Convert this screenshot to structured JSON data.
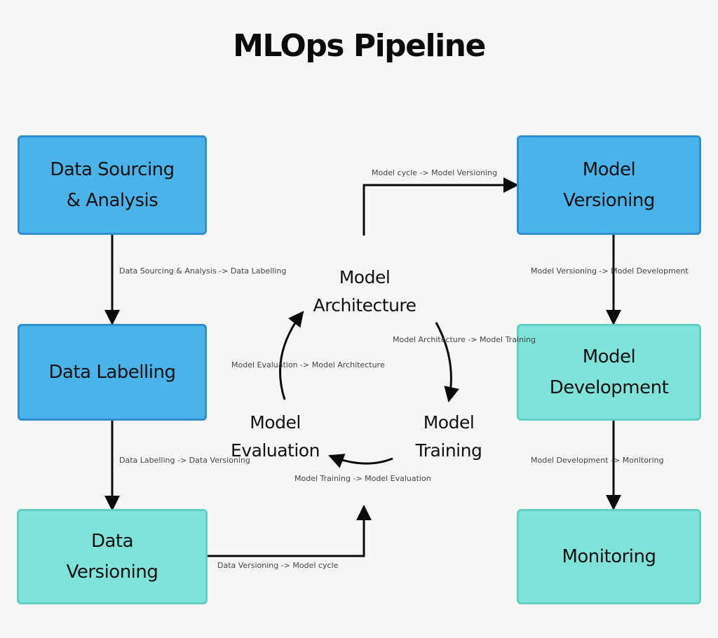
{
  "title": "MLOps Pipeline",
  "colors": {
    "primary_stage": "#4ab3ea",
    "secondary_stage": "#7fe3da",
    "arrow": "#0a0a0a",
    "background": "#f6f6f4"
  },
  "left_column": [
    {
      "label": "Data Sourcing\n& Analysis",
      "style": "blue"
    },
    {
      "label": "Data Labelling",
      "style": "blue"
    },
    {
      "label": "Data\nVersioning",
      "style": "teal"
    }
  ],
  "cycle": [
    {
      "label": "Model\nArchitecture"
    },
    {
      "label": "Model\nTraining"
    },
    {
      "label": "Model\nEvaluation"
    }
  ],
  "right_column": [
    {
      "label": "Model\nVersioning",
      "style": "blue"
    },
    {
      "label": "Model\nDevelopment",
      "style": "teal"
    },
    {
      "label": "Monitoring",
      "style": "teal"
    }
  ],
  "flow": [
    "Data Sourcing & Analysis -> Data Labelling",
    "Data Labelling -> Data Versioning",
    "Data Versioning -> Model cycle",
    "Model Architecture -> Model Training",
    "Model Training -> Model Evaluation",
    "Model Evaluation -> Model Architecture",
    "Model cycle -> Model Versioning",
    "Model Versioning -> Model Development",
    "Model Development -> Monitoring"
  ]
}
